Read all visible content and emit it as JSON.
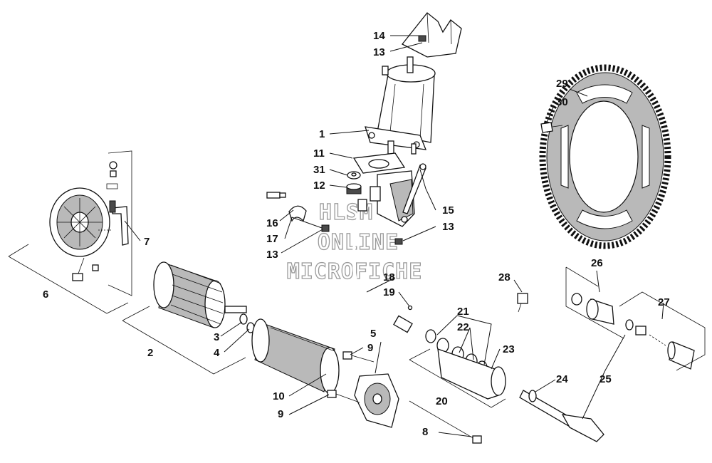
{
  "watermark": {
    "line1": "HLSM'S",
    "line2": "ONLINE",
    "line3": "MICROFICHE"
  },
  "callouts": {
    "c1": "1",
    "c2": "2",
    "c3": "3",
    "c4": "4",
    "c5": "5",
    "c6": "6",
    "c7": "7",
    "c8": "8",
    "c9a": "9",
    "c9b": "9",
    "c10": "10",
    "c11": "11",
    "c12": "12",
    "c13a": "13",
    "c13b": "13",
    "c13c": "13",
    "c14": "14",
    "c15": "15",
    "c16": "16",
    "c17": "17",
    "c18": "18",
    "c19": "19",
    "c20": "20",
    "c21": "21",
    "c22": "22",
    "c23": "23",
    "c24": "24",
    "c25": "25",
    "c26": "26",
    "c27": "27",
    "c28": "28",
    "c29": "29",
    "c30": "30",
    "c31": "31"
  }
}
